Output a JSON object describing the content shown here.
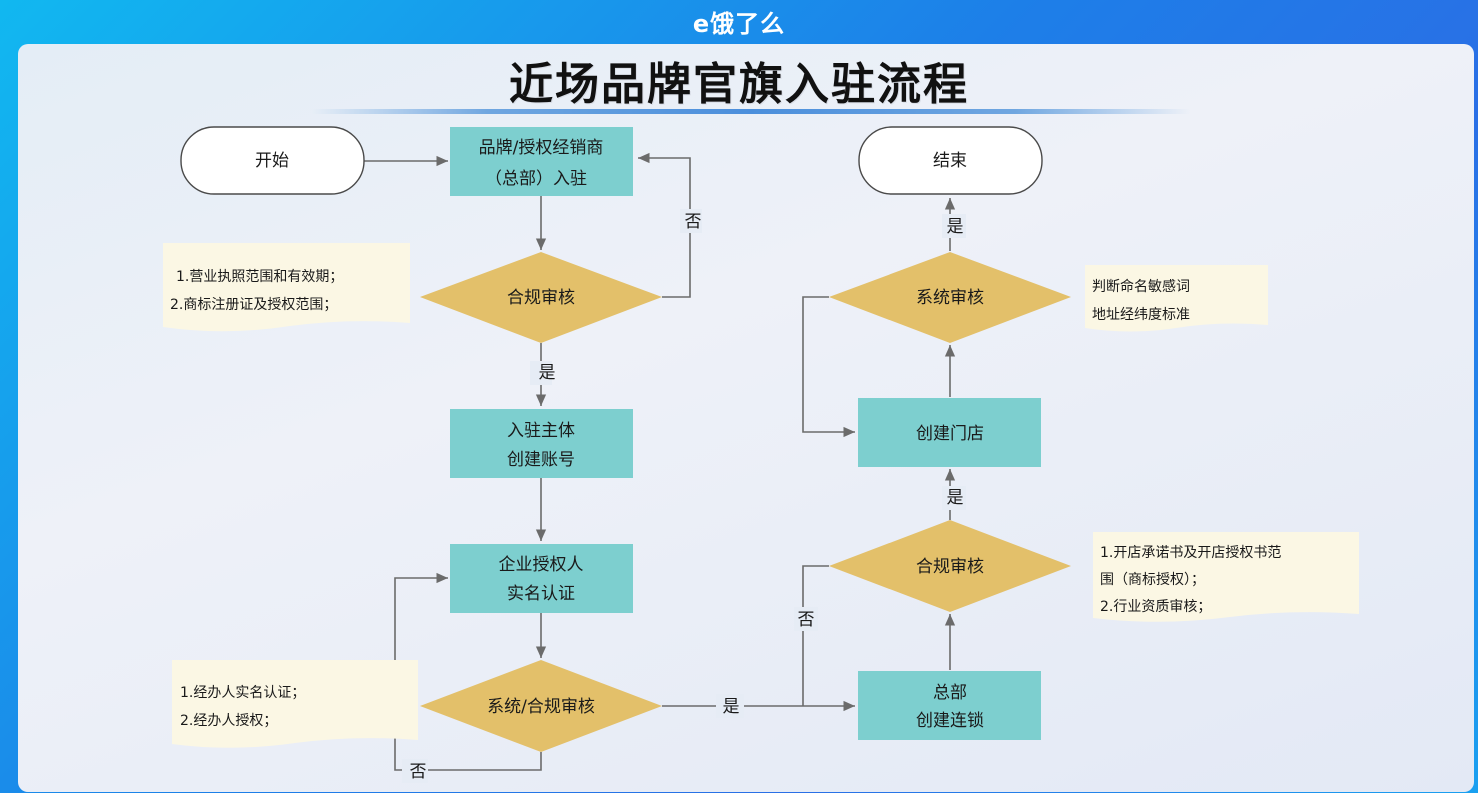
{
  "header": {
    "brand": "e饿了么",
    "title": "近场品牌官旗入驻流程"
  },
  "colors": {
    "process_fill": "#7dcfcf",
    "decision_fill": "#e3c06a",
    "note_fill": "#fbf7e4",
    "terminal_fill": "#ffffff",
    "edge": "#6b6b6b"
  },
  "nodes": {
    "start": "开始",
    "brand_entry": [
      "品牌/授权经销商",
      "（总部）入驻"
    ],
    "compliance_review_1": "合规审核",
    "create_account": [
      "入驻主体",
      "创建账号"
    ],
    "realname_auth": [
      "企业授权人",
      "实名认证"
    ],
    "system_compliance_review": "系统/合规审核",
    "hq_chain": [
      "总部",
      "创建连锁"
    ],
    "compliance_review_2": "合规审核",
    "create_store": "创建门店",
    "system_review": "系统审核",
    "end": "结束"
  },
  "notes": {
    "note_review_1": [
      "1.营业执照范围和有效期；",
      "2.商标注册证及授权范围；"
    ],
    "note_agent": [
      "1.经办人实名认证；",
      "2.经办人授权；"
    ],
    "note_review_2": [
      "1.开店承诺书及开店授权书范",
      "围（商标授权）；",
      "2.行业资质审核；"
    ],
    "note_system": [
      "判断命名敏感词",
      "地址经纬度标准"
    ]
  },
  "edge_labels": {
    "yes": "是",
    "no": "否"
  }
}
